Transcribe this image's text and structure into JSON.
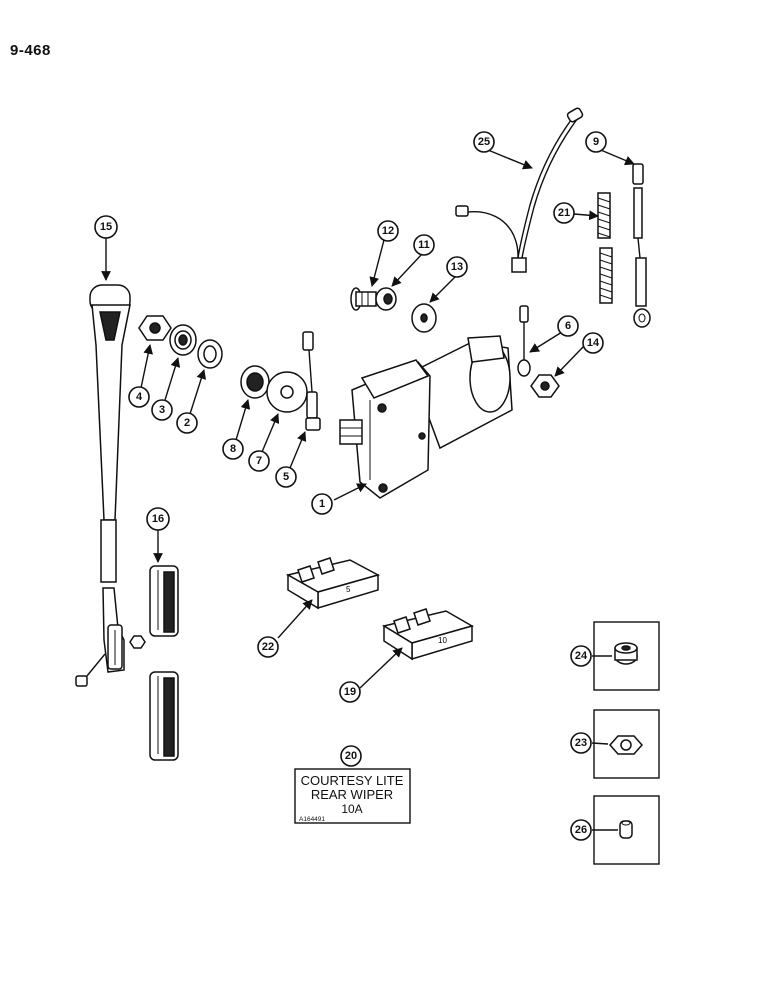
{
  "page_number": "9-468",
  "callouts": {
    "c1": "1",
    "c2": "2",
    "c3": "3",
    "c4": "4",
    "c5": "5",
    "c6": "6",
    "c7": "7",
    "c8": "8",
    "c9": "9",
    "c11": "11",
    "c12": "12",
    "c13": "13",
    "c14": "14",
    "c15": "15",
    "c16": "16",
    "c19": "19",
    "c20": "20",
    "c21": "21",
    "c22": "22",
    "c23": "23",
    "c24": "24",
    "c25": "25",
    "c26": "26"
  },
  "decal": {
    "line1": "COURTESY LITE",
    "line2": "REAR WIPER",
    "line3": "10A",
    "code": "A164491"
  },
  "fuse_labels": {
    "fuse_22": "5",
    "fuse_19": "10"
  }
}
